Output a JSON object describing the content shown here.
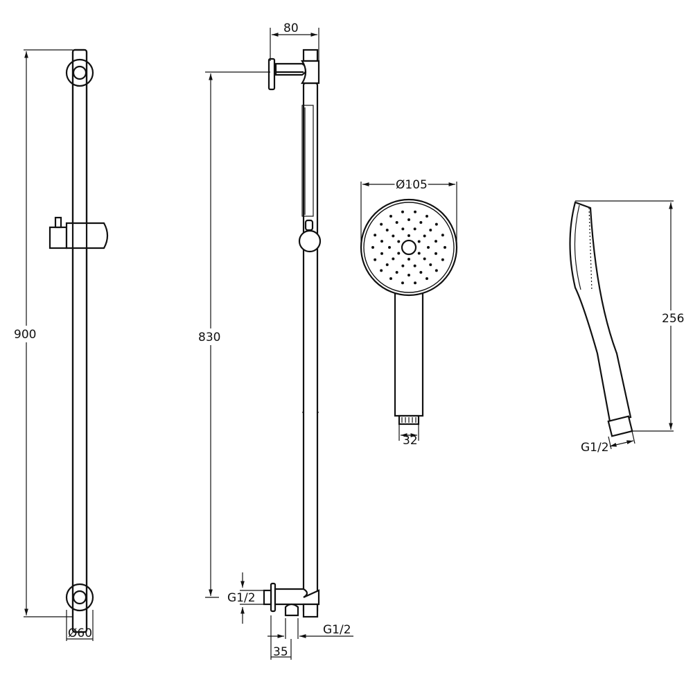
{
  "dimensions": {
    "rail_length": "900",
    "bracket_diameter": "Ø60",
    "projection": "80",
    "centres": "830",
    "inlet_thread_left": "G1/2",
    "outlet_thread": "G1/2",
    "outlet_offset": "35",
    "head_diameter": "Ø105",
    "handle_width": "32",
    "handset_length": "256",
    "handset_thread": "G1/2"
  },
  "colors": {
    "line": "#111111",
    "background": "#ffffff"
  }
}
